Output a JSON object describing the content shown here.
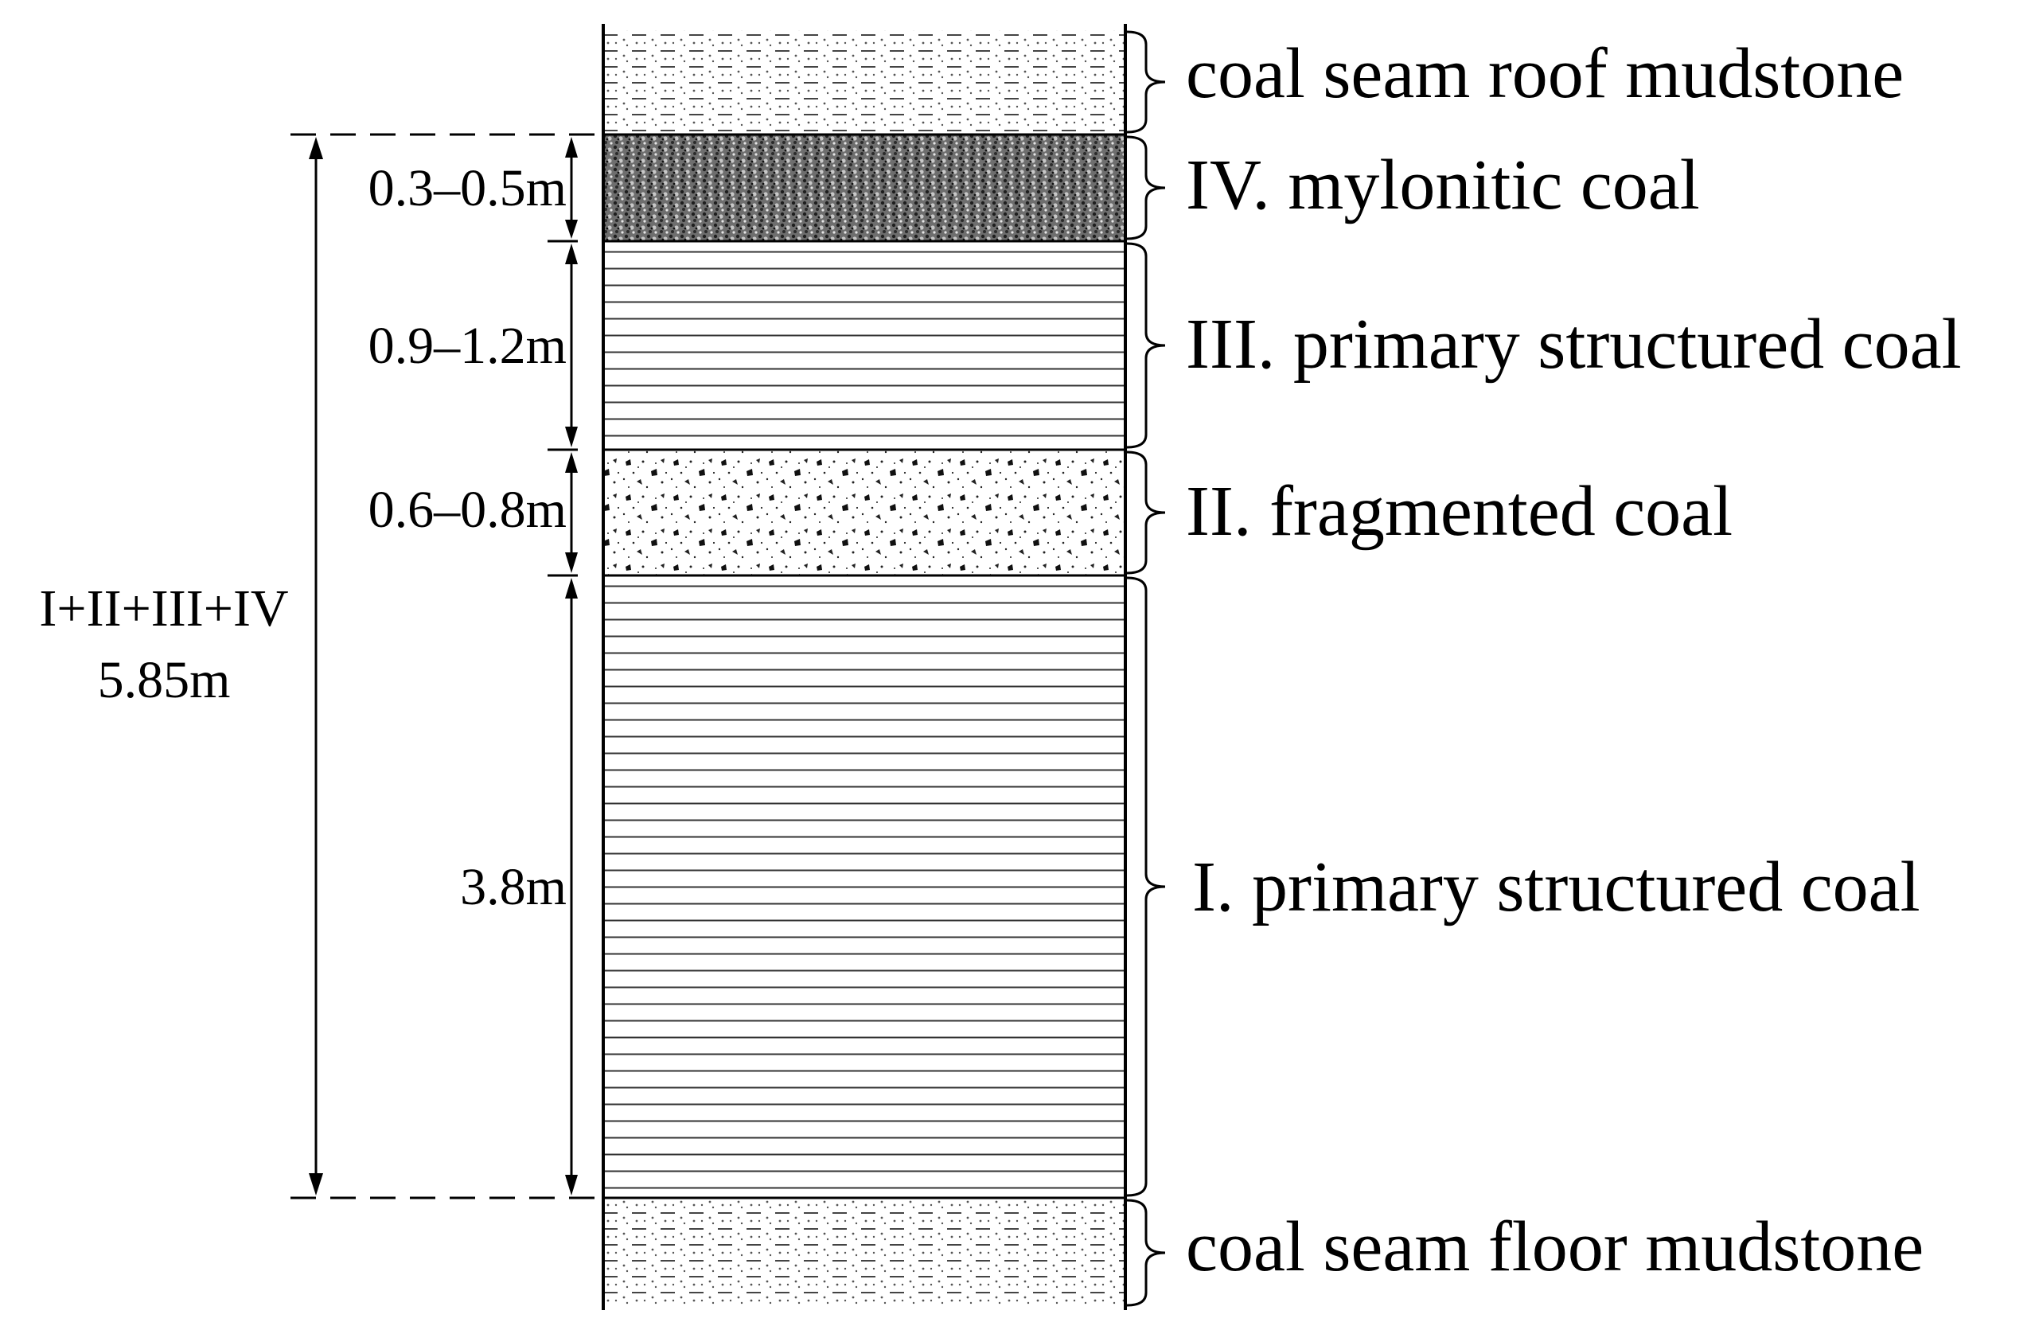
{
  "layers": [
    {
      "id": "roof",
      "label": "coal seam roof mudstone",
      "pattern": "mudstone"
    },
    {
      "id": "iv",
      "label": "IV. mylonitic coal",
      "thickness": "0.3–0.5m",
      "pattern": "mylonitic"
    },
    {
      "id": "iii",
      "label": "III. primary structured coal",
      "thickness": "0.9–1.2m",
      "pattern": "horizontal-lines"
    },
    {
      "id": "ii",
      "label": "II. fragmented coal",
      "thickness": "0.6–0.8m",
      "pattern": "fragmented"
    },
    {
      "id": "i",
      "label": "I. primary structured coal",
      "thickness": "3.8m",
      "pattern": "horizontal-lines"
    },
    {
      "id": "floor",
      "label": "coal seam floor mudstone",
      "pattern": "mudstone"
    }
  ],
  "total": {
    "label": "I+II+III+IV",
    "value": "5.85m"
  }
}
